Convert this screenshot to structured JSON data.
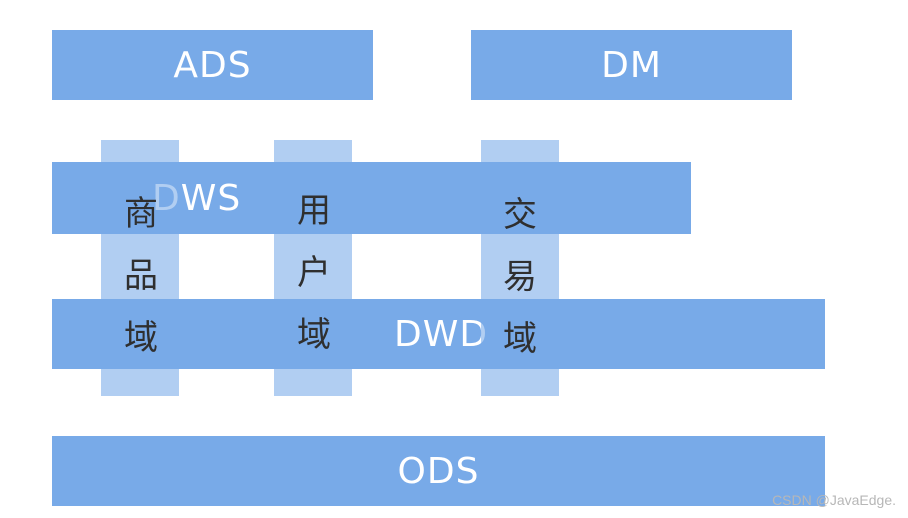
{
  "layers": {
    "ads": "ADS",
    "dm": "DM",
    "dws": "DWS",
    "dwd": "DWD",
    "ods": "ODS"
  },
  "domains": {
    "goods": [
      "商",
      "品",
      "域"
    ],
    "user": [
      "用",
      "户",
      "域"
    ],
    "trade": [
      "交",
      "易",
      "域"
    ]
  },
  "watermark": "CSDN @JavaEdge."
}
